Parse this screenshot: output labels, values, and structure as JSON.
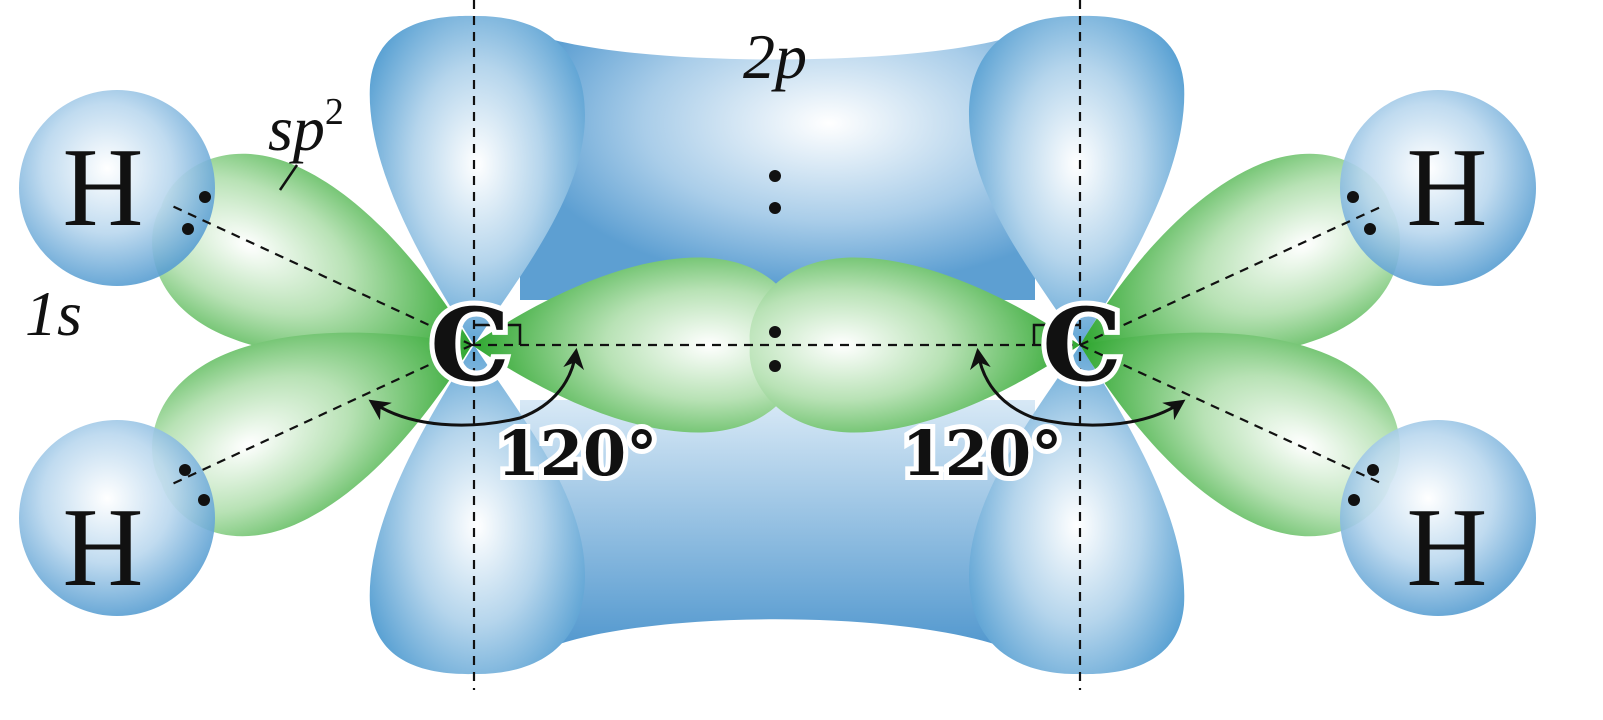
{
  "title": "Ethylene sp2 hybridization and pi bond",
  "labels": {
    "hydrogen": "H",
    "carbon": "C",
    "p_orbital": "2p",
    "hybrid_base": "sp",
    "hybrid_exp": "2",
    "s_orbital": "1s",
    "bond_angle": "120°"
  },
  "colors": {
    "p_orbital_blue": "#4f9bd0",
    "sp2_green": "#3aaa3c",
    "h_orbital_blue": "#5a9fd2"
  }
}
